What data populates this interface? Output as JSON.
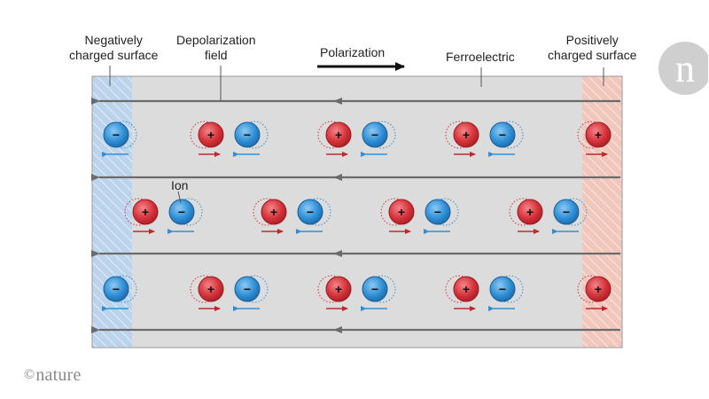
{
  "labels": {
    "negative_surface": "Negatively\ncharged surface",
    "depolarization_field": "Depolarization\nfield",
    "polarization": "Polarization",
    "ferroelectric": "Ferroelectric",
    "positive_surface": "Positively\ncharged surface",
    "ion": "Ion"
  },
  "charge_signs": {
    "positive": "+",
    "negative": "−"
  },
  "colors": {
    "slab": "#dcdcdc",
    "negative_surface": "#bcd3ec",
    "positive_surface": "#f1c7bc",
    "positive_ion": "#d6323a",
    "negative_ion": "#2f8fd6",
    "field_line": "#6b6b6b",
    "polarization_arrow": "#111111",
    "logo": "#cfcfcf",
    "footer": "#8a8a8a"
  },
  "logo": {
    "letter": "n"
  },
  "footer": {
    "copyright": "©",
    "brand": "nature"
  }
}
